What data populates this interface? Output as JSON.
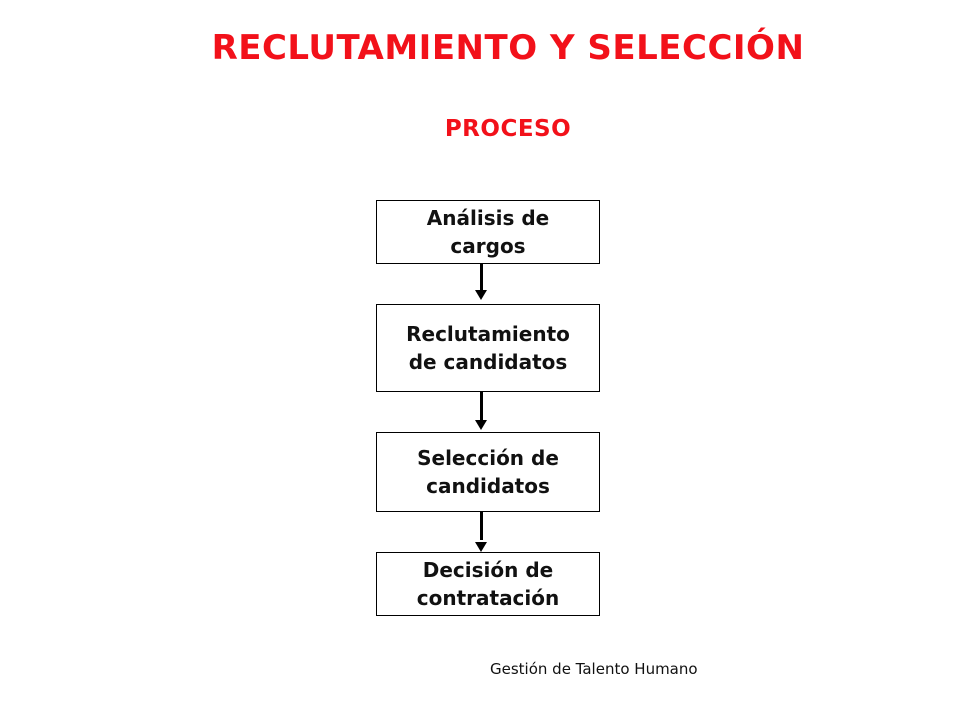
{
  "slide": {
    "title": "RECLUTAMIENTO Y SELECCIÓN",
    "subtitle": "PROCESO",
    "footer": "Gestión de Talento Humano",
    "accent_color": "#f2111a"
  },
  "flow": {
    "steps": [
      {
        "label": "Análisis de\ncargos"
      },
      {
        "label": "Reclutamiento\nde candidatos"
      },
      {
        "label": "Selección de\ncandidatos"
      },
      {
        "label": "Decisión de\ncontratación"
      }
    ]
  }
}
